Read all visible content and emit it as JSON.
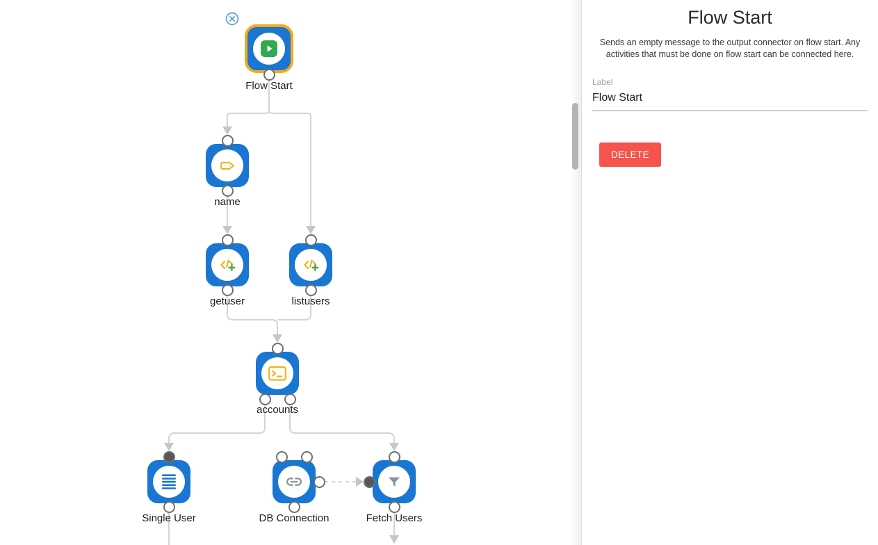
{
  "canvas": {
    "nodes": [
      {
        "id": "flow-start",
        "label": "Flow Start",
        "icon": "play-icon",
        "selected": true
      },
      {
        "id": "name",
        "label": "name",
        "icon": "tag-icon"
      },
      {
        "id": "getuser",
        "label": "getuser",
        "icon": "code-add-icon"
      },
      {
        "id": "listusers",
        "label": "listusers",
        "icon": "code-add-icon"
      },
      {
        "id": "accounts",
        "label": "accounts",
        "icon": "terminal-icon"
      },
      {
        "id": "single-user",
        "label": "Single User",
        "icon": "list-icon"
      },
      {
        "id": "db-connection",
        "label": "DB Connection",
        "icon": "link-icon"
      },
      {
        "id": "fetch-users",
        "label": "Fetch Users",
        "icon": "filter-icon"
      }
    ]
  },
  "panel": {
    "title": "Flow Start",
    "description": "Sends an empty message to the output connector on flow start. Any activities that must be done on flow start can be connected here.",
    "label_field": {
      "caption": "Label",
      "value": "Flow Start"
    },
    "delete_button": "DELETE"
  },
  "colors": {
    "node_blue": "#1976D2",
    "selected_border": "#F7A91C",
    "icon_yellow": "#F2B117",
    "icon_green": "#34A853",
    "link_gray": "#8A989C",
    "filter_gray": "#87939C",
    "delete_red": "#F4544C",
    "edge_gray": "#D4D4D4"
  }
}
